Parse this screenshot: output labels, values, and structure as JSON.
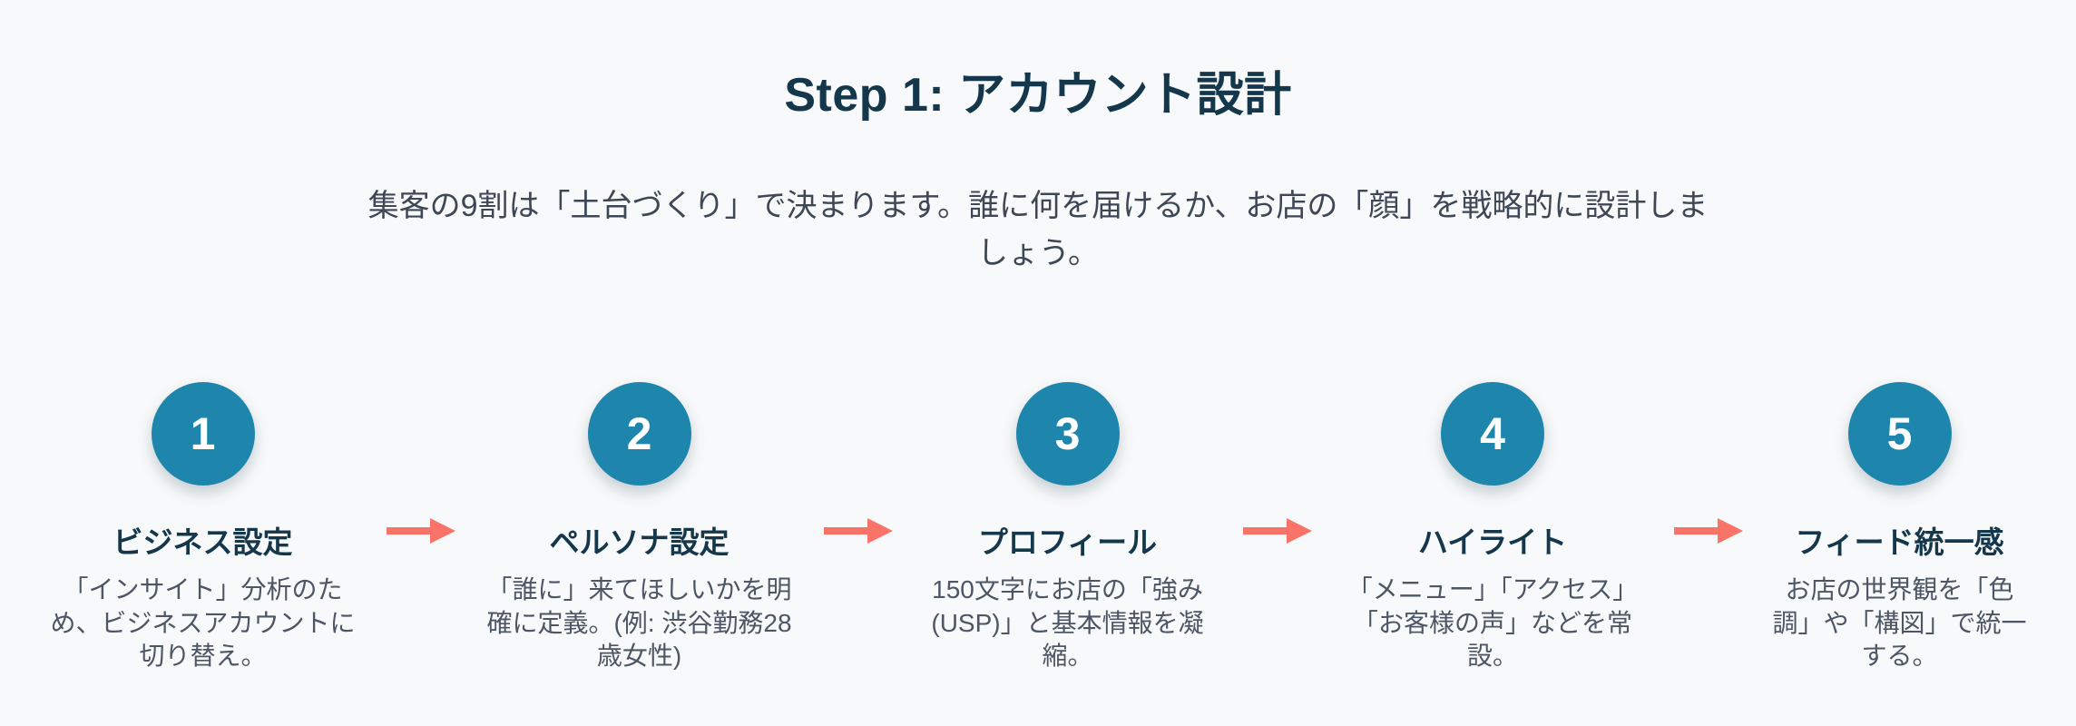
{
  "header": {
    "title": "Step 1: アカウント設計",
    "subtitle": "集客の9割は「土台づくり」で決まります。誰に何を届けるか、お店の「顔」を戦略的に設計しましょう。"
  },
  "steps": [
    {
      "number": "1",
      "title": "ビジネス設定",
      "description": "「インサイト」分析のため、ビジネスアカウントに切り替え。"
    },
    {
      "number": "2",
      "title": "ペルソナ設定",
      "description": "「誰に」来てほしいかを明確に定義。(例: 渋谷勤務28歳女性)"
    },
    {
      "number": "3",
      "title": "プロフィール",
      "description": "150文字にお店の「強み(USP)」と基本情報を凝縮。"
    },
    {
      "number": "4",
      "title": "ハイライト",
      "description": "「メニュー」「アクセス」「お客様の声」などを常設。"
    },
    {
      "number": "5",
      "title": "フィード統一感",
      "description": "お店の世界観を「色調」や「構図」で統一する。"
    }
  ],
  "icons": {
    "arrow": "arrow-right"
  },
  "colors": {
    "background": "#f8f9fa",
    "heading": "#14374b",
    "text_primary": "#3e4756",
    "text_secondary": "#4c5665",
    "accent_teal": "#1e86ac",
    "arrow_coral": "#f97368",
    "circle_number": "#ffffff"
  }
}
